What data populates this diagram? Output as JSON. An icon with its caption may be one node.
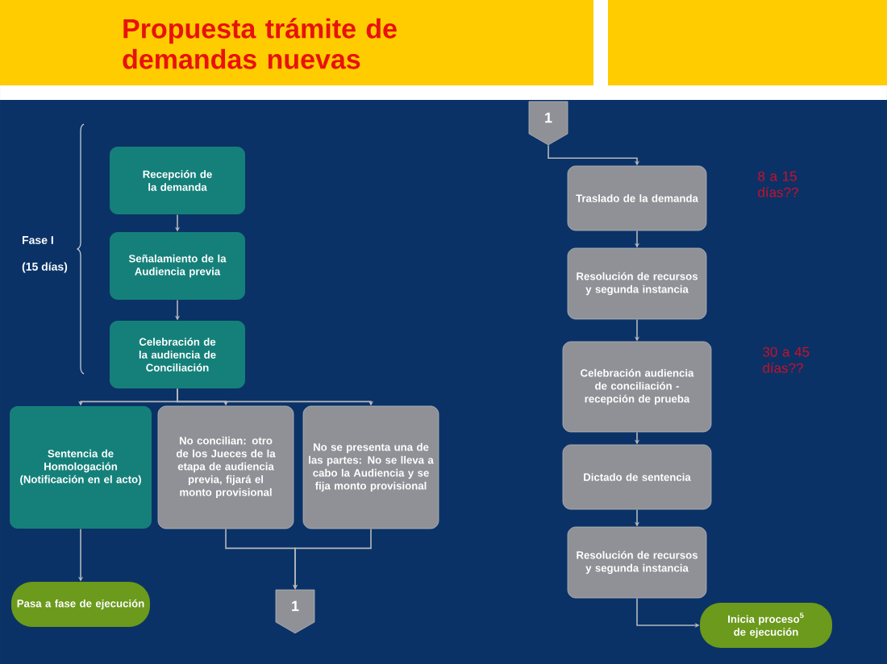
{
  "diagram": {
    "title": "Propuesta trámite de demandas nuevas",
    "nodes": [
      {
        "text": [
          "Recepción de la demanda"
        ]
      },
      {
        "text": [
          "Señalamiento de la Audiencia previa"
        ]
      },
      {
        "text": [
          "Celebración de la audiencia de Conciliación"
        ]
      },
      {
        "text": [
          "Sentencia de Homologación (Notificación en el acto)"
        ]
      },
      {
        "text": [
          "No concilian: otro de los Jueces de la etapa de audiencia previa, fijará el monto provisional"
        ]
      },
      {
        "text": [
          "No se presenta una de las partes: No se lleva a cabo la Audiencia y se fija monto provisional"
        ]
      },
      {
        "text": [
          "Pasa a fase de ejecución"
        ]
      },
      {
        "text": [
          "1"
        ]
      },
      {
        "text": [
          "1"
        ]
      },
      {
        "text": [
          "Traslado de la demanda"
        ],
        "beside": [
          "8 a 15 días??"
        ]
      },
      {
        "text": [
          "Resolución de recursos y segunda instancia"
        ]
      },
      {
        "text": [
          "Celebración audiencia de conciliación - recepción de prueba"
        ],
        "beside": [
          "30 a 45 días??"
        ]
      },
      {
        "text": [
          "Dictado de sentencia"
        ]
      },
      {
        "text": [
          "Resolución de recursos y segunda instancia"
        ]
      },
      {
        "text": [
          "Inicia proceso$^{5}$ de ejecución"
        ]
      }
    ],
    "edges": [
      {
        "from": 0,
        "to": 1,
        "arrow": "to"
      },
      {
        "from": 1,
        "to": 2,
        "arrow": "to"
      },
      {
        "from": 2,
        "to": 3,
        "arrow": "to"
      },
      {
        "from": 2,
        "to": 4,
        "arrow": "to"
      },
      {
        "from": 2,
        "to": 5,
        "arrow": "to"
      },
      {
        "from": 3,
        "to": 6,
        "arrow": "to"
      },
      {
        "from": 4,
        "to": 7,
        "arrow": "to"
      },
      {
        "from": 5,
        "to": 7,
        "arrow": "to"
      },
      {
        "from": 8,
        "to": 9,
        "arrow": "to"
      },
      {
        "from": 9,
        "to": 10,
        "arrow": "to"
      },
      {
        "from": 10,
        "to": 11,
        "arrow": "to"
      },
      {
        "from": 11,
        "to": 12,
        "arrow": "to"
      },
      {
        "from": 12,
        "to": 13,
        "arrow": "to"
      },
      {
        "from": 13,
        "to": 14,
        "arrow": "to"
      }
    ],
    "labels": [
      "Fase I",
      "(15 días)"
    ]
  }
}
